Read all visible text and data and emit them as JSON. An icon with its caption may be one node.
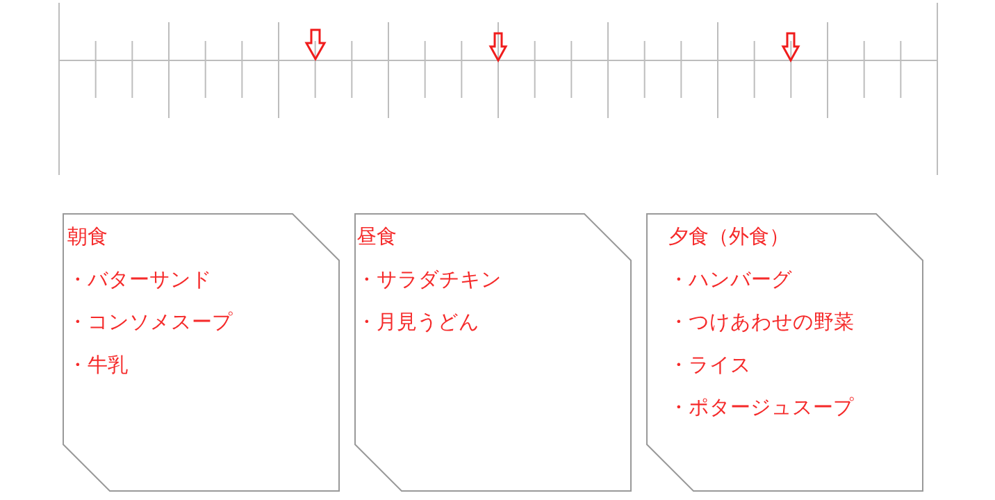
{
  "diagram": {
    "nodes": [
      {
        "text": [
          "朝食",
          "・バターサンド",
          "・コンソメスープ",
          "・牛乳"
        ]
      },
      {
        "text": [
          "昼食",
          "・サラダチキン",
          "・月見うどん"
        ]
      },
      {
        "text": [
          "夕食（外食）",
          "・ハンバーグ",
          "・つけあわせの野菜",
          "・ライス",
          "・ポタージュスープ"
        ]
      }
    ]
  }
}
